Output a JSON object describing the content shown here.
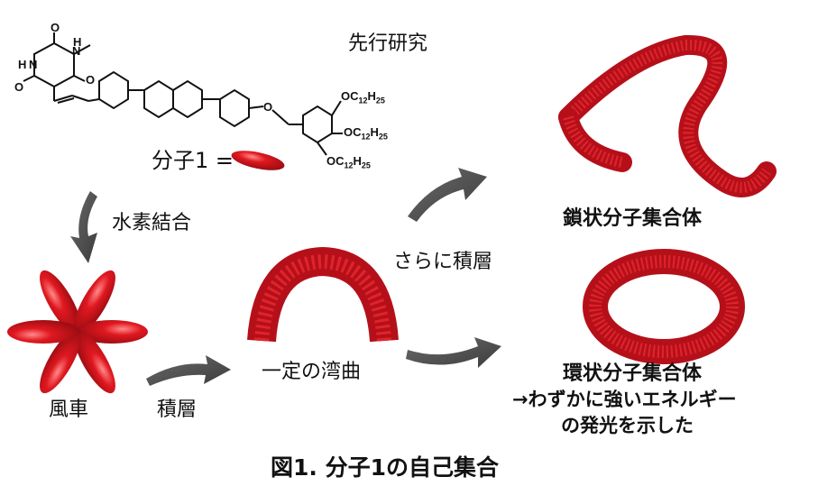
{
  "colors": {
    "red": "#d8141c",
    "dark_red": "#8e0a10",
    "arrow": "#4a4a4a",
    "text": "#111111"
  },
  "title": "先行研究",
  "molecule": {
    "label": "分子1 =",
    "atoms": {
      "o": "O",
      "n": "N",
      "h": "H"
    },
    "substituent": {
      "oc": "OC",
      "c": "12",
      "h": "H",
      "n": "25"
    }
  },
  "steps": {
    "hydrogen_bond": "水素結合",
    "pinwheel": "風車",
    "stack1": "積層",
    "bend": "一定の湾曲",
    "further_stack": "さらに積層",
    "chain": "鎖状分子集合体",
    "ring": "環状分子集合体",
    "ring_desc1": "→わずかに強いエネルギー",
    "ring_desc2": "の発光を示した"
  },
  "caption": "図1. 分子1の自己集合"
}
